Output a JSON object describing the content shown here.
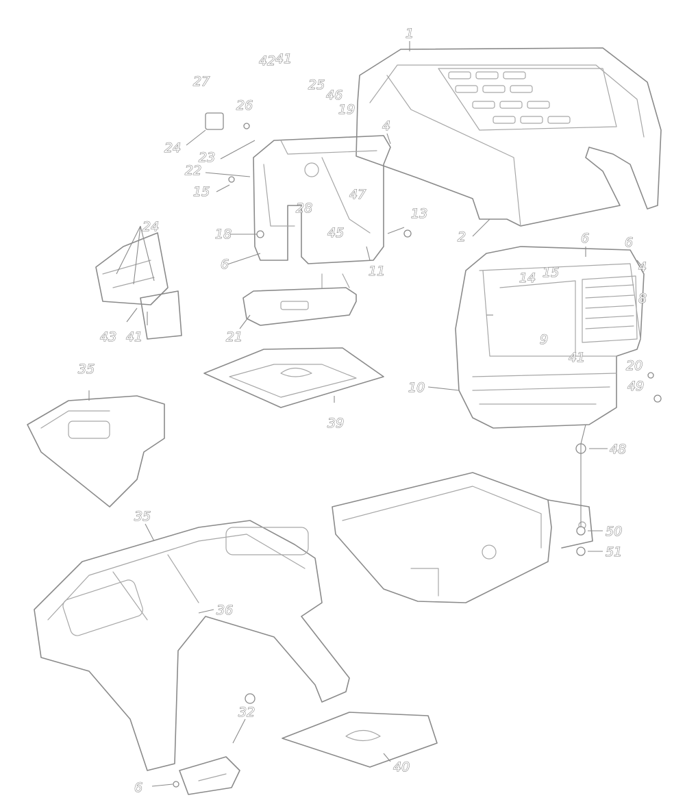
{
  "callouts": {
    "c1": "1",
    "c2": "2",
    "c4a": "4",
    "c4b": "4",
    "c6a": "6",
    "c6b": "6",
    "c6c": "6",
    "c6d": "6",
    "c8": "8",
    "c9": "9",
    "c10": "10",
    "c11": "11",
    "c13": "13",
    "c14": "14",
    "c15a": "15",
    "c15b": "15",
    "c18": "18",
    "c19": "19",
    "c20": "20",
    "c21": "21",
    "c22": "22",
    "c23": "23",
    "c24a": "24",
    "c24b": "24",
    "c25": "25",
    "c26": "26",
    "c27": "27",
    "c28": "28",
    "c32": "32",
    "c35a": "35",
    "c35b": "35",
    "c36": "36",
    "c39": "39",
    "c40": "40",
    "c41a": "41",
    "c41b": "41",
    "c41c": "41",
    "c42": "42",
    "c43": "43",
    "c45": "45",
    "c46": "46",
    "c47": "47",
    "c48": "48",
    "c49": "49",
    "c50": "50",
    "c51": "51"
  },
  "colors": {
    "line": "#8a8a8a",
    "background": "#ffffff"
  }
}
